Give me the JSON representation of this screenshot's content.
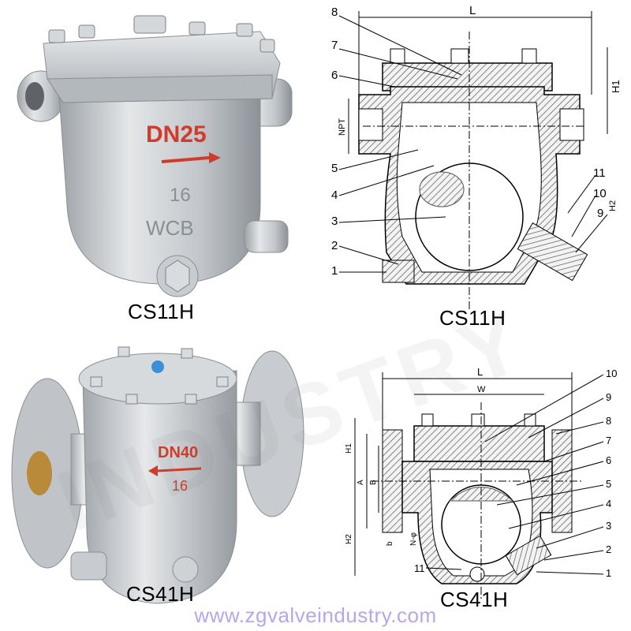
{
  "product_top": {
    "caption": "CS11H",
    "body_marks": {
      "size": "DN25",
      "pressure": "16",
      "material": "WCB"
    }
  },
  "drawing_top": {
    "caption": "CS11H",
    "dim_length": "L",
    "dim_height": "H1",
    "dim_thread": "NPT",
    "dim_h2": "H2",
    "callouts": [
      "8",
      "7",
      "6",
      "5",
      "4",
      "3",
      "2",
      "1",
      "11",
      "10",
      "9"
    ]
  },
  "product_bottom": {
    "caption": "CS41H",
    "body_marks": {
      "size": "DN40",
      "pressure": "16"
    }
  },
  "drawing_bottom": {
    "caption": "CS41H",
    "dim_length": "L",
    "dim_width": "W",
    "dim_h1": "H1",
    "dim_h2": "H2",
    "dim_a": "A",
    "dim_b": "B",
    "dim_b_small": "b",
    "dim_bolt": "N-φ",
    "callouts": [
      "10",
      "9",
      "8",
      "7",
      "6",
      "5",
      "4",
      "3",
      "2",
      "1",
      "11"
    ]
  },
  "watermark": "INDUSTRY",
  "footer": {
    "url": "www.zgvalveindustry.com"
  },
  "colors": {
    "body_gray": "#c9ccd0",
    "marking_red": "#d23a2a",
    "hatch": "#555555",
    "footer_purple": "#b9a6e6"
  }
}
